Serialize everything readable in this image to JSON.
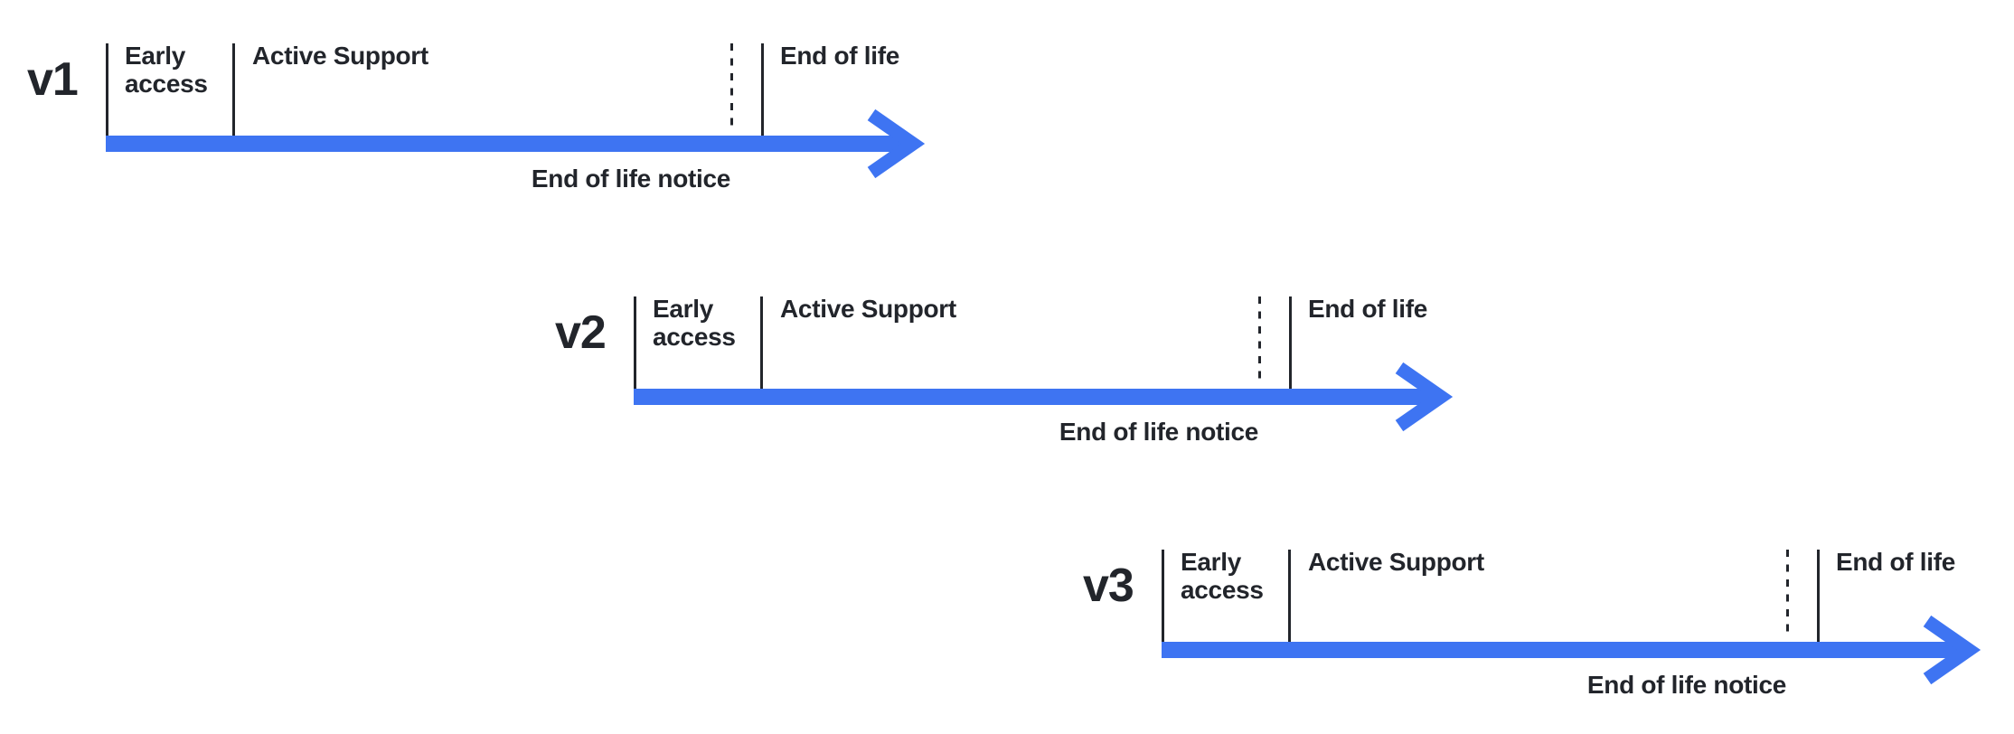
{
  "colors": {
    "accent_blue": "#3E74F2",
    "ink": "#22252B",
    "background": "#FFFFFF"
  },
  "diagram": {
    "timelines": [
      {
        "version": "v1",
        "early_access": "Early access",
        "active_support": "Active Support",
        "end_of_life": "End of life",
        "end_of_life_notice": "End of life notice"
      },
      {
        "version": "v2",
        "early_access": "Early access",
        "active_support": "Active Support",
        "end_of_life": "End of life",
        "end_of_life_notice": "End of life notice"
      },
      {
        "version": "v3",
        "early_access": "Early access",
        "active_support": "Active Support",
        "end_of_life": "End of life",
        "end_of_life_notice": "End of life notice"
      }
    ]
  }
}
